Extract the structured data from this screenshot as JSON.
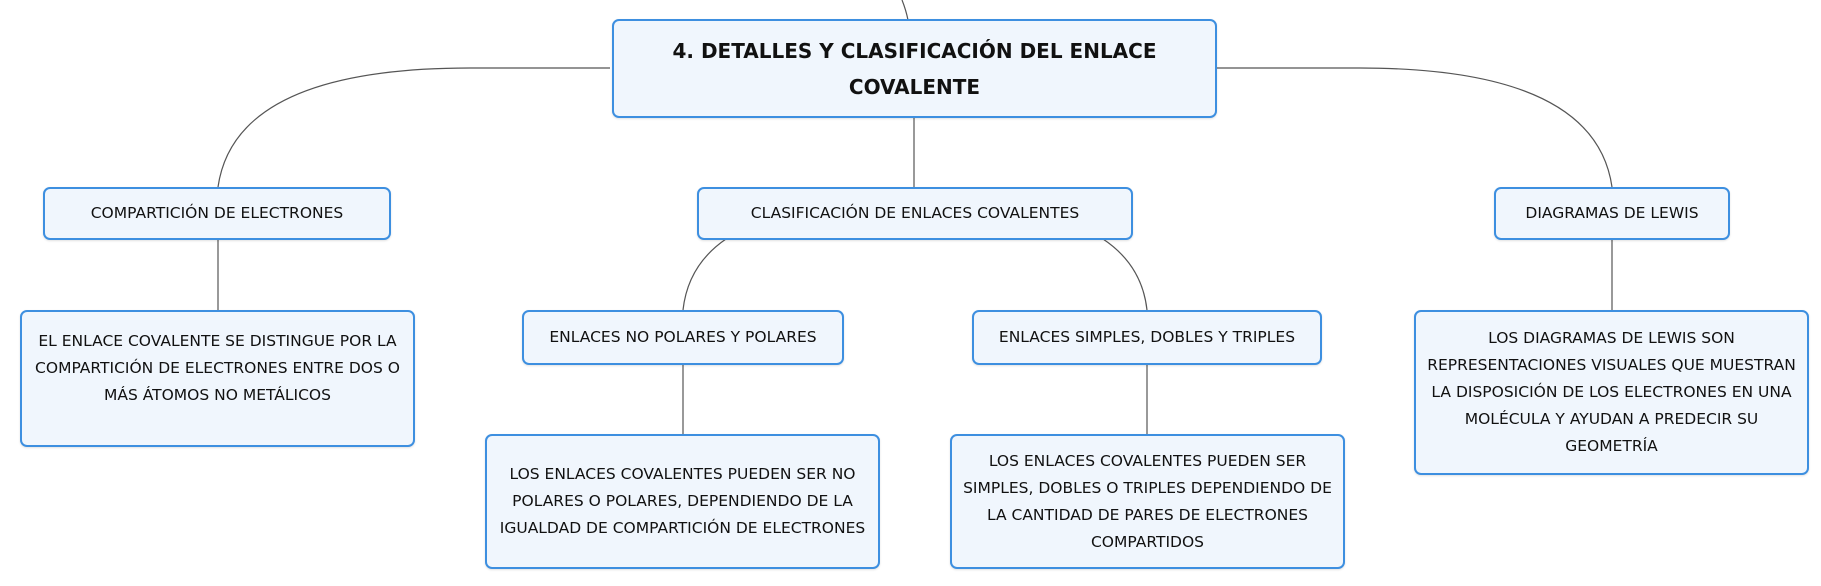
{
  "root": {
    "label": "4. DETALLES Y CLASIFICACIÓN DEL ENLACE COVALENTE"
  },
  "level1": [
    {
      "label": "COMPARTICIÓN DE ELECTRONES"
    },
    {
      "label": "CLASIFICACIÓN DE ENLACES COVALENTES"
    },
    {
      "label": "DIAGRAMAS DE LEWIS"
    }
  ],
  "level2": [
    {
      "label": "EL ENLACE COVALENTE SE DISTINGUE POR LA COMPARTICIÓN DE ELECTRONES ENTRE DOS O MÁS ÁTOMOS NO METÁLICOS"
    },
    {
      "label": "ENLACES NO POLARES Y POLARES"
    },
    {
      "label": "ENLACES SIMPLES, DOBLES Y TRIPLES"
    },
    {
      "label": "LOS DIAGRAMAS DE LEWIS SON REPRESENTACIONES VISUALES QUE MUESTRAN LA DISPOSICIÓN DE LOS ELECTRONES EN UNA MOLÉCULA Y AYUDAN A PREDECIR SU GEOMETRÍA"
    }
  ],
  "level3": [
    {
      "label": "LOS ENLACES COVALENTES PUEDEN SER NO POLARES O POLARES, DEPENDIENDO DE LA IGUALDAD DE COMPARTICIÓN DE ELECTRONES"
    },
    {
      "label": "LOS ENLACES COVALENTES PUEDEN SER SIMPLES, DOBLES O TRIPLES DEPENDIENDO DE LA CANTIDAD DE PARES DE ELECTRONES COMPARTIDOS"
    }
  ],
  "colors": {
    "border": "#3d8fe0",
    "fill": "#f0f6fd",
    "line": "#555555"
  }
}
